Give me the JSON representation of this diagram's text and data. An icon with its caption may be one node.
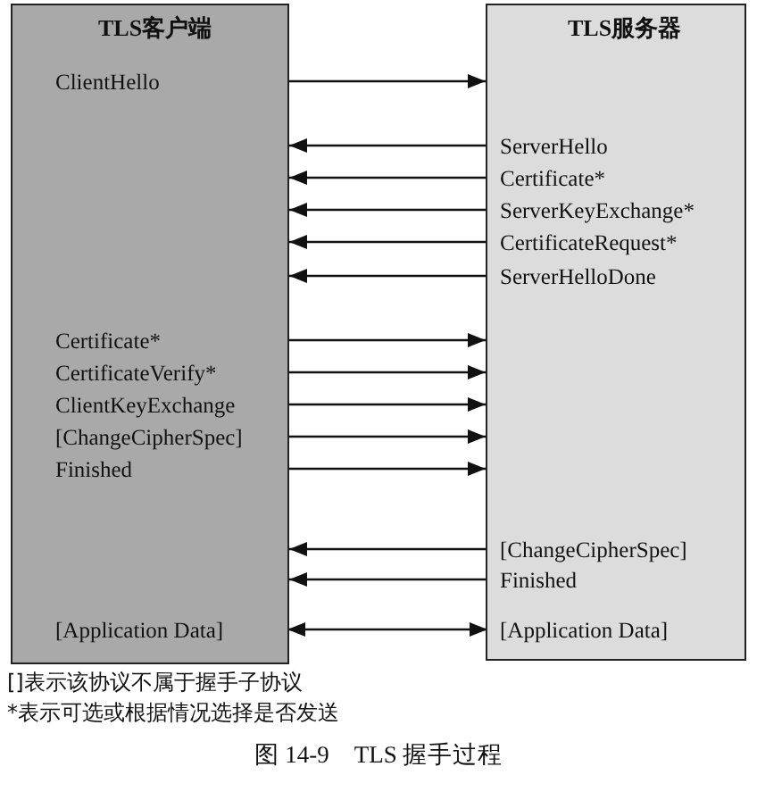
{
  "diagram": {
    "caption": "图 14-9　TLS 握手过程",
    "nodes": [
      {
        "text": [
          "TLS客户端"
        ]
      },
      {
        "text": [
          "TLS服务器"
        ]
      },
      {
        "text": [
          "ClientHello"
        ],
        "in": 0
      },
      {
        "text": [
          "Certificate*"
        ],
        "in": 0
      },
      {
        "text": [
          "CertificateVerify*"
        ],
        "in": 0
      },
      {
        "text": [
          "ClientKeyExchange"
        ],
        "in": 0
      },
      {
        "text": [
          "[ChangeCipherSpec]"
        ],
        "in": 0
      },
      {
        "text": [
          "Finished"
        ],
        "in": 0
      },
      {
        "text": [
          "[Application Data]"
        ],
        "in": 0
      },
      {
        "text": [
          "ServerHello"
        ],
        "in": 1
      },
      {
        "text": [
          "Certificate*"
        ],
        "in": 1
      },
      {
        "text": [
          "ServerKeyExchange*"
        ],
        "in": 1
      },
      {
        "text": [
          "CertificateRequest*"
        ],
        "in": 1
      },
      {
        "text": [
          "ServerHelloDone"
        ],
        "in": 1
      },
      {
        "text": [
          "[ChangeCipherSpec]"
        ],
        "in": 1
      },
      {
        "text": [
          "Finished"
        ],
        "in": 1
      },
      {
        "text": [
          "[Application Data]"
        ],
        "in": 1
      }
    ],
    "edges": [
      {
        "from": 0,
        "to": 1,
        "arrow": "to"
      },
      {
        "from": 9,
        "to": 0,
        "arrow": "to"
      },
      {
        "from": 10,
        "to": 0,
        "arrow": "to"
      },
      {
        "from": 11,
        "to": 0,
        "arrow": "to"
      },
      {
        "from": 12,
        "to": 0,
        "arrow": "to"
      },
      {
        "from": 13,
        "to": 0,
        "arrow": "to"
      },
      {
        "from": 0,
        "to": 1,
        "arrow": "to"
      },
      {
        "from": 0,
        "to": 1,
        "arrow": "to"
      },
      {
        "from": 0,
        "to": 1,
        "arrow": "to"
      },
      {
        "from": 0,
        "to": 1,
        "arrow": "to"
      },
      {
        "from": 0,
        "to": 1,
        "arrow": "to"
      },
      {
        "from": 14,
        "to": 0,
        "arrow": "to"
      },
      {
        "from": 15,
        "to": 0,
        "arrow": "to"
      },
      {
        "from": 8,
        "to": 16,
        "arrow": "both"
      }
    ],
    "labels": [
      "[]表示该协议不属于握手子协议",
      "*表示可选或根据情况选择是否发送"
    ]
  }
}
